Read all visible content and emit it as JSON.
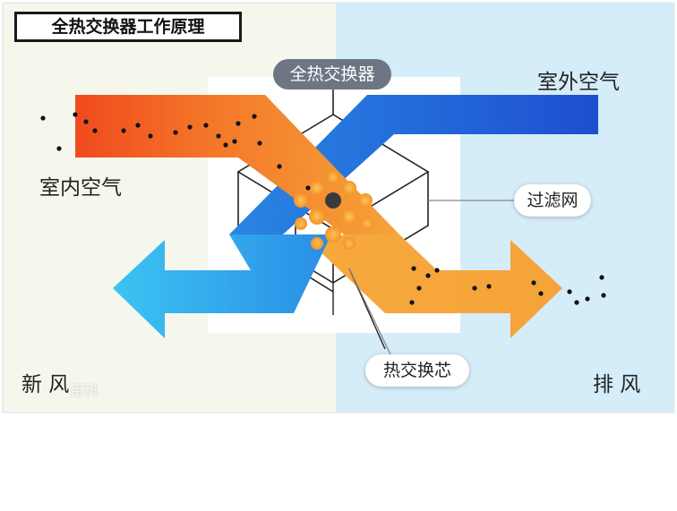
{
  "title": "全热交换器工作原理",
  "labels": {
    "exchanger": "全热交换器",
    "outdoor_air": "室外空气",
    "indoor_air": "室内空气",
    "filter": "过滤网",
    "core": "热交换芯",
    "fresh_air": "新 风",
    "exhaust_air": "排 风"
  },
  "watermark": "百科",
  "colors": {
    "left_bg": "#f6f7ec",
    "right_bg": "#d5ecf9",
    "orange": "#f5a33a",
    "orange_deep": "#f04a1e",
    "blue_light": "#3cc0f2",
    "blue_deep": "#1d5fd6",
    "dot": "#111111"
  },
  "icons": [
    "filter-grid-icon",
    "dust-particle-icon"
  ]
}
